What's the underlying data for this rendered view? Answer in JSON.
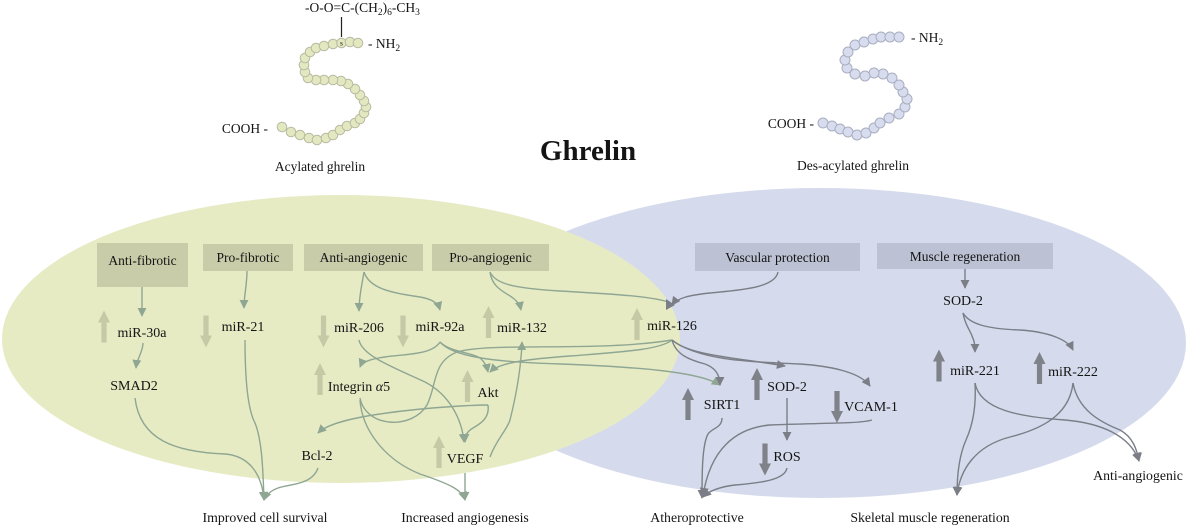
{
  "title": "Ghrelin",
  "molecules": {
    "acylated": {
      "name": "Acylated ghrelin",
      "n_terminus": "- NH",
      "n_terminus_sub": "2",
      "c_terminus": "COOH -",
      "acyl_group": [
        "-O-O=C-(CH",
        "2",
        ")",
        "6",
        "-CH",
        "3"
      ],
      "modified_residue": "s"
    },
    "desacylated": {
      "name": "Des-acylated ghrelin",
      "n_terminus": "- NH",
      "n_terminus_sub": "2",
      "c_terminus": "COOH -"
    }
  },
  "categories": [
    {
      "label": "Anti-fibrotic",
      "region": "acylated"
    },
    {
      "label": "Pro-fibrotic",
      "region": "acylated"
    },
    {
      "label": "Anti-angiogenic",
      "region": "acylated"
    },
    {
      "label": "Pro-angiogenic",
      "region": "acylated"
    },
    {
      "label": "Vascular protection",
      "region": "des-acylated"
    },
    {
      "label": "Muscle regeneration",
      "region": "des-acylated"
    }
  ],
  "nodes": [
    {
      "label": "miR-30a",
      "regulation": "up"
    },
    {
      "label": "miR-21",
      "regulation": "down"
    },
    {
      "label": "miR-206",
      "regulation": "down"
    },
    {
      "label": "miR-92a",
      "regulation": "down"
    },
    {
      "label": "miR-132",
      "regulation": "up"
    },
    {
      "label": "miR-126",
      "regulation": "up"
    },
    {
      "label": "SMAD2",
      "regulation": null
    },
    {
      "label": "Integrin ",
      "italic": "α",
      "suffix": "5",
      "regulation": "up"
    },
    {
      "label": "Akt",
      "regulation": "up"
    },
    {
      "label": "Bcl-2",
      "regulation": null
    },
    {
      "label": "VEGF",
      "regulation": "up"
    },
    {
      "label": "SIRT1",
      "regulation": "up"
    },
    {
      "label": "SOD-2",
      "regulation": "up"
    },
    {
      "label": "VCAM-1",
      "regulation": "down"
    },
    {
      "label": "ROS",
      "regulation": "down"
    },
    {
      "label": "SOD-2",
      "regulation": null
    },
    {
      "label": "miR-221",
      "regulation": "up"
    },
    {
      "label": "miR-222",
      "regulation": "up"
    }
  ],
  "outcomes": [
    {
      "label": "Improved cell survival"
    },
    {
      "label": "Increased angiogenesis"
    },
    {
      "label": "Atheroprotective"
    },
    {
      "label": "Skeletal muscle regeneration"
    },
    {
      "label": "Anti-angiogenic"
    }
  ],
  "edges": [
    {
      "from": "Anti-fibrotic",
      "to": "miR-30a"
    },
    {
      "from": "miR-30a",
      "to": "SMAD2"
    },
    {
      "from": "SMAD2",
      "to": "Improved cell survival"
    },
    {
      "from": "Pro-fibrotic",
      "to": "miR-21"
    },
    {
      "from": "miR-21",
      "to": "Improved cell survival"
    },
    {
      "from": "Bcl-2",
      "to": "Improved cell survival"
    },
    {
      "from": "Anti-angiogenic",
      "to": "miR-206"
    },
    {
      "from": "Anti-angiogenic",
      "to": "miR-92a"
    },
    {
      "from": "Pro-angiogenic",
      "to": "miR-132"
    },
    {
      "from": "Pro-angiogenic",
      "to": "miR-126"
    },
    {
      "from": "miR-206",
      "to": "VEGF"
    },
    {
      "from": "miR-92a",
      "to": "Integrin α5"
    },
    {
      "from": "miR-92a",
      "to": "Akt"
    },
    {
      "from": "miR-92a",
      "to": "SIRT1"
    },
    {
      "from": "miR-126",
      "to": "Akt"
    },
    {
      "from": "Akt",
      "to": "Bcl-2"
    },
    {
      "from": "Akt",
      "to": "VEGF"
    },
    {
      "from": "Integrin α5",
      "to": "Increased angiogenesis"
    },
    {
      "from": "VEGF",
      "to": "Increased angiogenesis"
    },
    {
      "from": "VEGF",
      "to": "miR-132"
    },
    {
      "from": "Vascular protection",
      "to": "miR-126"
    },
    {
      "from": "miR-126",
      "to": "SIRT1"
    },
    {
      "from": "miR-126",
      "to": "SOD-2"
    },
    {
      "from": "miR-126",
      "to": "VCAM-1"
    },
    {
      "from": "SOD-2",
      "to": "ROS"
    },
    {
      "from": "SIRT1",
      "to": "Atheroprotective"
    },
    {
      "from": "VCAM-1",
      "to": "Atheroprotective"
    },
    {
      "from": "ROS",
      "to": "Atheroprotective"
    },
    {
      "from": "Muscle regeneration",
      "to": "SOD-2"
    },
    {
      "from": "SOD-2",
      "to": "miR-221"
    },
    {
      "from": "SOD-2",
      "to": "miR-222"
    },
    {
      "from": "miR-221",
      "to": "Skeletal muscle regeneration"
    },
    {
      "from": "miR-221",
      "to": "Anti-angiogenic"
    },
    {
      "from": "miR-222",
      "to": "Skeletal muscle regeneration"
    },
    {
      "from": "miR-222",
      "to": "Anti-angiogenic"
    }
  ],
  "colors": {
    "acylated_region": "#e6ebc4",
    "desacylated_region": "#d5dbec",
    "acylated_box": "#c9cca9",
    "desacylated_box": "#bcc1d3",
    "acylated_connector": "#8fa693",
    "desacylated_connector": "#7b7e87",
    "acylated_regulation_arrow": "#c6c9a6",
    "desacylated_regulation_arrow": "#808289",
    "acylated_bead": "#e3e8c0",
    "desacylated_bead": "#d7dcee"
  }
}
